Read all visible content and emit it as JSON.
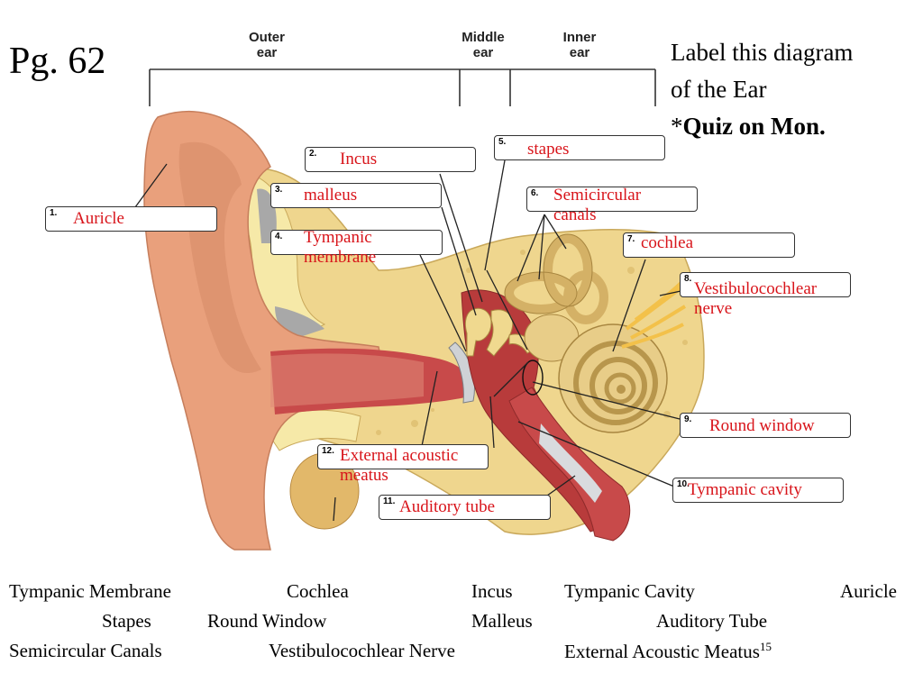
{
  "page": {
    "title": "Pg. 62"
  },
  "instructions": {
    "line1": "Label this diagram",
    "line2": "of the Ear",
    "prefix": "*",
    "quiz": "Quiz on Mon."
  },
  "regions": {
    "outer": [
      "Outer",
      "ear"
    ],
    "middle": [
      "Middle",
      "ear"
    ],
    "inner": [
      "Inner",
      "ear"
    ]
  },
  "labels": [
    {
      "number": "1.",
      "answer": "Auricle"
    },
    {
      "number": "2.",
      "answer": "Incus"
    },
    {
      "number": "3.",
      "answer": "malleus"
    },
    {
      "number": "4.",
      "answer": "Tympanic membrane",
      "lines": [
        "Tympanic",
        "membrane"
      ]
    },
    {
      "number": "5.",
      "answer": "stapes"
    },
    {
      "number": "6.",
      "answer": "Semicircular canals",
      "lines": [
        "Semicircular",
        "canals"
      ]
    },
    {
      "number": "7.",
      "answer": "cochlea"
    },
    {
      "number": "8.",
      "answer": "Vestibulocochlear nerve",
      "lines": [
        "Vestibulocochlear",
        "nerve"
      ]
    },
    {
      "number": "9.",
      "answer": "Round window"
    },
    {
      "number": "10.",
      "answer": "Tympanic cavity"
    },
    {
      "number": "11.",
      "answer": "Auditory tube"
    },
    {
      "number": "12.",
      "answer": "External acoustic meatus",
      "lines": [
        "External acoustic",
        "meatus"
      ]
    }
  ],
  "word_bank": {
    "row1": [
      "Tympanic Membrane",
      "Cochlea",
      "Incus",
      "Tympanic Cavity",
      "Auricle"
    ],
    "row2": [
      "Stapes",
      "Round Window",
      "Malleus",
      "Auditory Tube"
    ],
    "row3": [
      "Semicircular Canals",
      "Vestibulocochlear Nerve",
      "External Acoustic Meatus"
    ]
  },
  "slide_number": "15",
  "colors": {
    "answer_text": "#d8141a",
    "skin": "#e9a07c",
    "bone": "#efd68e",
    "canal": "#c84a4a"
  }
}
